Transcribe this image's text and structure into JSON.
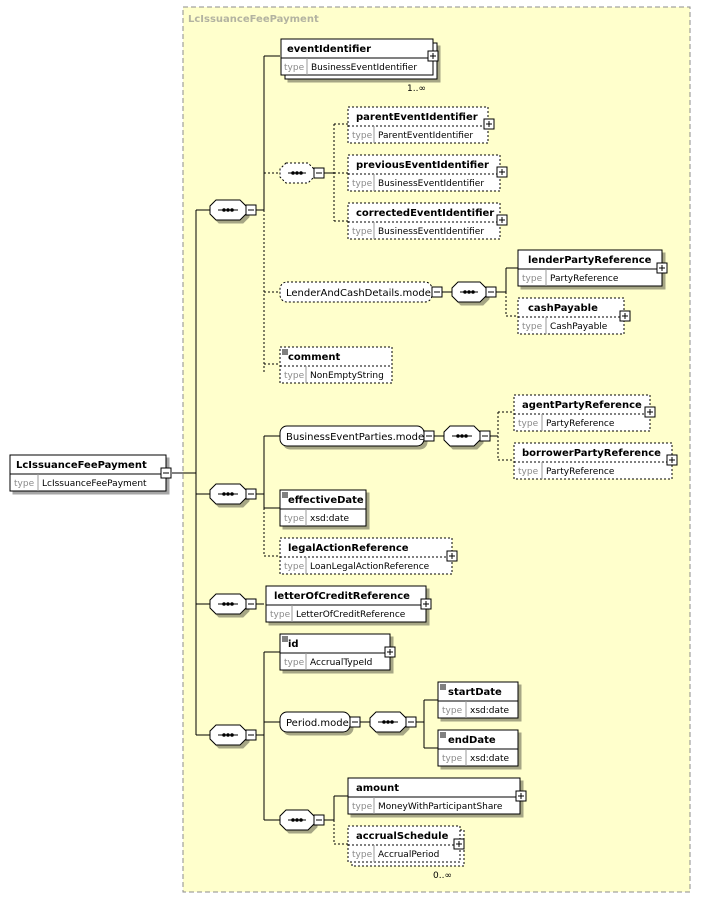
{
  "container_title": "LcIssuanceFeePayment",
  "root": {
    "name": "LcIssuanceFeePayment",
    "type_key": "type",
    "type": "LcIssuanceFeePayment"
  },
  "elements": {
    "eventIdentifier": {
      "name": "eventIdentifier",
      "type_key": "type",
      "type": "BusinessEventIdentifier",
      "occurs": "1..∞"
    },
    "parentEventIdentifier": {
      "name": "parentEventIdentifier",
      "type_key": "type",
      "type": "ParentEventIdentifier"
    },
    "previousEventIdentifier": {
      "name": "previousEventIdentifier",
      "type_key": "type",
      "type": "BusinessEventIdentifier"
    },
    "correctedEventIdentifier": {
      "name": "correctedEventIdentifier",
      "type_key": "type",
      "type": "BusinessEventIdentifier"
    },
    "lenderPartyReference": {
      "name": "lenderPartyReference",
      "type_key": "type",
      "type": "PartyReference"
    },
    "cashPayable": {
      "name": "cashPayable",
      "type_key": "type",
      "type": "CashPayable"
    },
    "comment": {
      "name": "comment",
      "type_key": "type",
      "type": "NonEmptyString"
    },
    "agentPartyReference": {
      "name": "agentPartyReference",
      "type_key": "type",
      "type": "PartyReference"
    },
    "borrowerPartyReference": {
      "name": "borrowerPartyReference",
      "type_key": "type",
      "type": "PartyReference"
    },
    "effectiveDate": {
      "name": "effectiveDate",
      "type_key": "type",
      "type": "xsd:date"
    },
    "legalActionReference": {
      "name": "legalActionReference",
      "type_key": "type",
      "type": "LoanLegalActionReference"
    },
    "letterOfCreditReference": {
      "name": "letterOfCreditReference",
      "type_key": "type",
      "type": "LetterOfCreditReference"
    },
    "id": {
      "name": "id",
      "type_key": "type",
      "type": "AccrualTypeId"
    },
    "startDate": {
      "name": "startDate",
      "type_key": "type",
      "type": "xsd:date"
    },
    "endDate": {
      "name": "endDate",
      "type_key": "type",
      "type": "xsd:date"
    },
    "amount": {
      "name": "amount",
      "type_key": "type",
      "type": "MoneyWithParticipantShare"
    },
    "accrualSchedule": {
      "name": "accrualSchedule",
      "type_key": "type",
      "type": "AccrualPeriod",
      "occurs": "0..∞"
    }
  },
  "groups": {
    "lenderAndCash": {
      "name": "LenderAndCashDetails.model"
    },
    "businessEventParties": {
      "name": "BusinessEventParties.model"
    },
    "period": {
      "name": "Period.model"
    }
  },
  "colors": {
    "container_fill": "#ffffcc",
    "container_border": "#8c8c8c",
    "box_fill": "#ffffff"
  }
}
